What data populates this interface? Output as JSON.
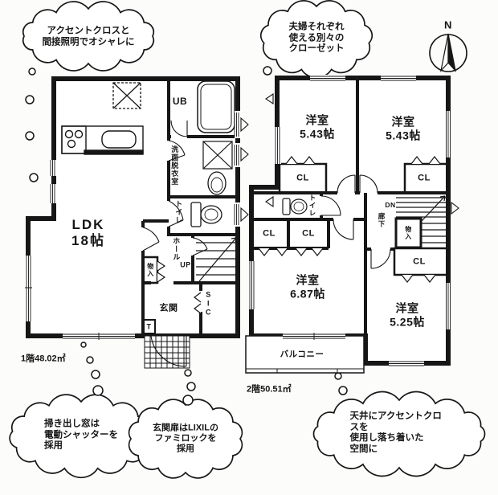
{
  "bubbles": {
    "top_left": "アクセントクロスと\n間接照明でオシャレに",
    "top_right": "夫婦それぞれ\n使える別々の\nクローゼット",
    "bottom_left": "掃き出し窓は\n電動シャッターを\n採用",
    "bottom_center": "玄関扉はLIXILの\nファミロックを\n採用",
    "bottom_right": "天井にアクセントクロスを\n使用し落ち着いた\n空間に"
  },
  "compass": {
    "north": "N"
  },
  "floor1": {
    "area": "1階48.02㎡",
    "ldk": "LDK\n18帖",
    "ub": "UB",
    "washroom": "洗面脱衣室",
    "toilet": "トイレ",
    "hall": "ホール",
    "up": "UP",
    "storage": "物入",
    "entrance": "玄関",
    "sic": "SIC",
    "t": "T"
  },
  "floor2": {
    "area": "2階50.51㎡",
    "bedroom_nw": "洋室\n5.43帖",
    "bedroom_ne": "洋室\n5.43帖",
    "bedroom_sw": "洋室\n6.87帖",
    "bedroom_se": "洋室\n5.25帖",
    "toilet": "トイレ",
    "corridor": "廊下",
    "dn": "DN",
    "storage": "物入",
    "closet": "CL",
    "balcony": "バルコニー"
  },
  "colors": {
    "line": "#161616",
    "paper": "#fcfcfb"
  }
}
